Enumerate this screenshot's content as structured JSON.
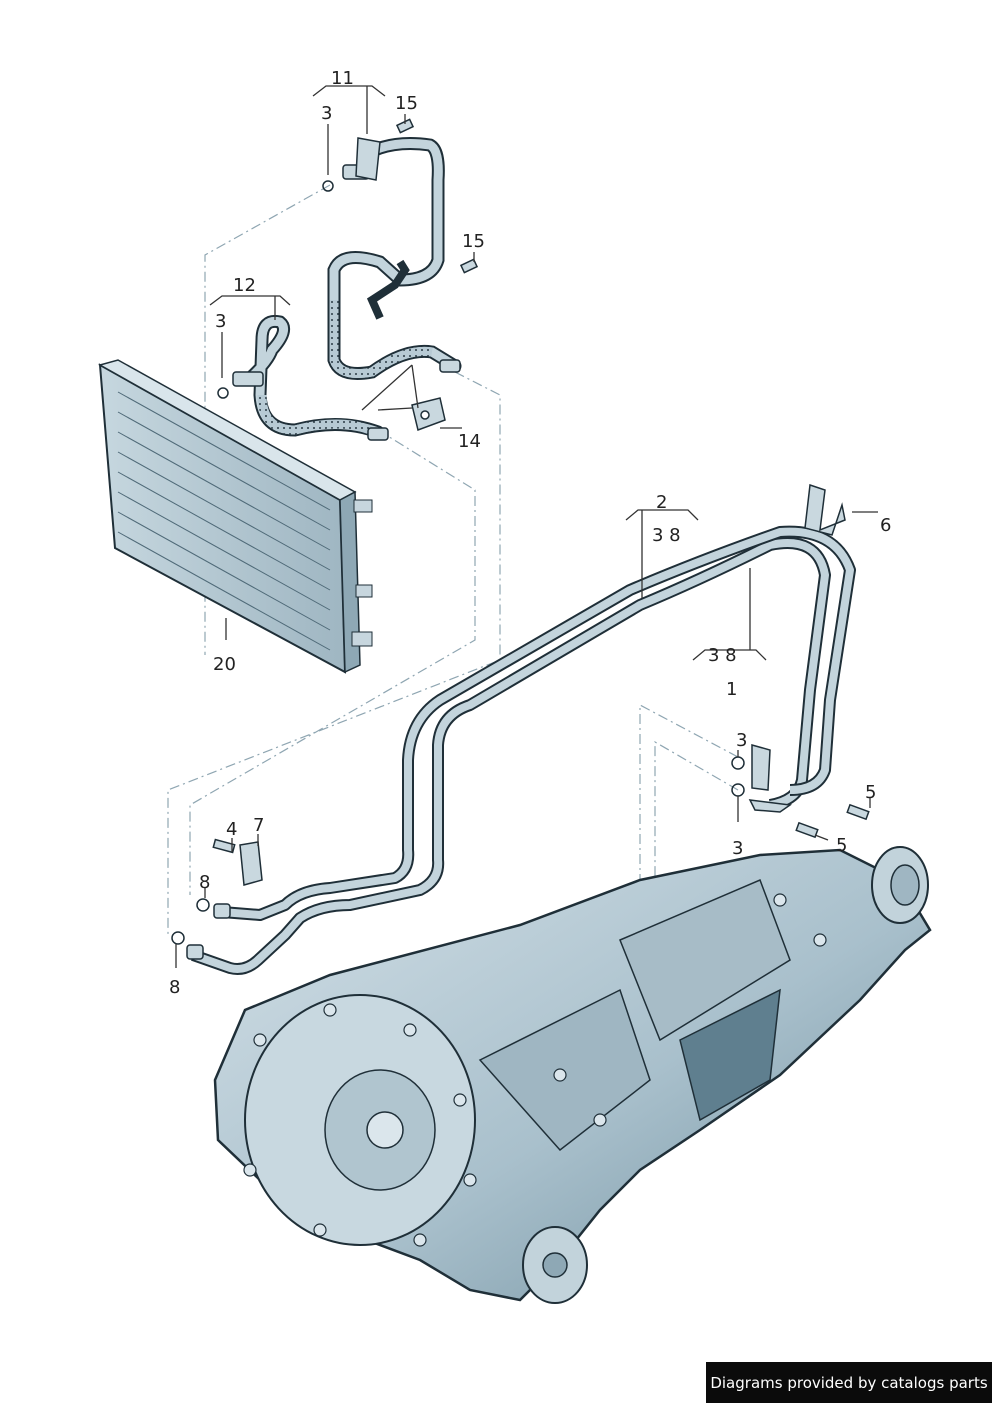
{
  "callouts": {
    "c11": "11",
    "c3a": "3",
    "c15a": "15",
    "c15b": "15",
    "c12": "12",
    "c3b": "3",
    "c14": "14",
    "c20": "20",
    "c2": "2",
    "c38a": "3 8",
    "c6": "6",
    "c38b": "3 8",
    "c1": "1",
    "c3c": "3",
    "c5a": "5",
    "c3d": "3",
    "c5b": "5",
    "c4": "4",
    "c7": "7",
    "c8a": "8",
    "c8b": "8"
  },
  "footer": {
    "credit": "Diagrams provided by catalogs parts"
  },
  "colors": {
    "part_fill": "#b9ccd6",
    "part_dark": "#5f7f8f",
    "outline": "#1f2f38",
    "leader": "#333333",
    "dashed": "#8fa6b2"
  }
}
